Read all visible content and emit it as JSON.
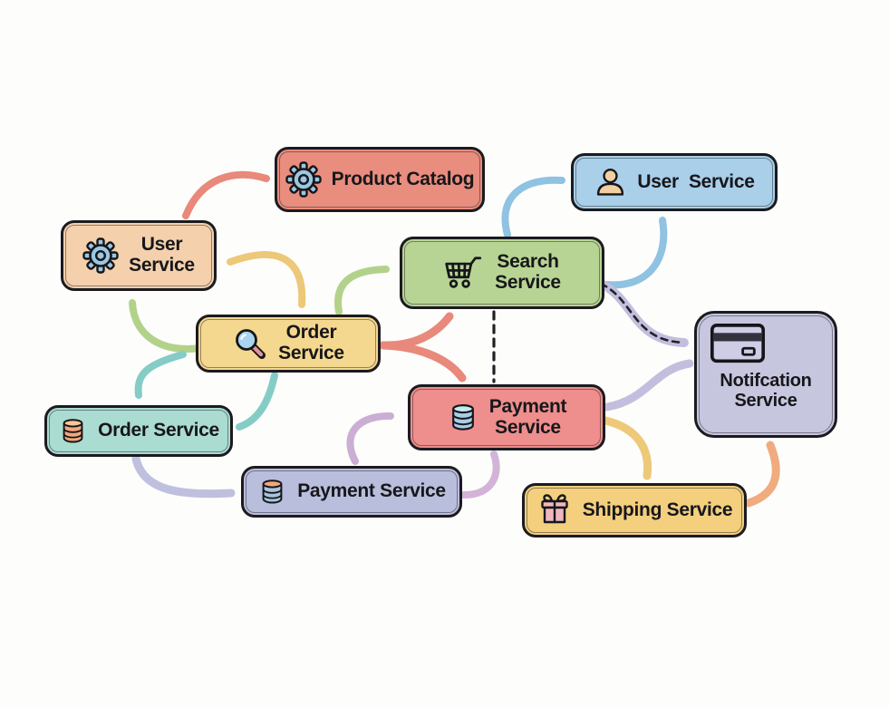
{
  "diagram": {
    "title": "Microservices architecture hand-drawn diagram",
    "background": "#fdfdfc",
    "nodes": [
      {
        "id": "product-catalog",
        "label": "Product Catalog",
        "icon": "gear-icon",
        "fill": "#e98d7e"
      },
      {
        "id": "user-service",
        "label": "User\nService",
        "icon": "gear-icon",
        "fill": "#f4d0ac"
      },
      {
        "id": "user-service-2",
        "label": "User  Service",
        "icon": "person-icon",
        "fill": "#a9cfe9"
      },
      {
        "id": "search-service",
        "label": "Search\nService",
        "icon": "shopping-cart-icon",
        "fill": "#b8d494"
      },
      {
        "id": "order-service",
        "label": "Order\nService",
        "icon": "magnifier-icon",
        "fill": "#f5d88f"
      },
      {
        "id": "order-service-db",
        "label": "Order Service",
        "icon": "database-icon",
        "fill": "#abdcd1"
      },
      {
        "id": "payment-service",
        "label": "Payment\nService",
        "icon": "database-icon",
        "fill": "#ee8e8d"
      },
      {
        "id": "payment-service-db",
        "label": "Payment Service",
        "icon": "database-icon",
        "fill": "#b9bedd"
      },
      {
        "id": "notification-service",
        "label": "Notifcation\nService",
        "icon": "credit-card-icon",
        "fill": "#c7c6df"
      },
      {
        "id": "shipping-service",
        "label": "Shipping Service",
        "icon": "gift-icon",
        "fill": "#f3cf7e"
      }
    ],
    "edges": [
      {
        "id": "user-to-catalog",
        "from": "user-service",
        "to": "product-catalog",
        "color": "#e8897b",
        "width": 8,
        "arrow_end": true
      },
      {
        "id": "user-order-both",
        "from": "user-service",
        "to": "order-service",
        "color": "#edc878",
        "width": 8,
        "arrow_end": true,
        "arrow_start": true
      },
      {
        "id": "order-to-user-green",
        "from": "order-service",
        "to": "user-service",
        "color": "#b2d28a",
        "width": 8,
        "arrow_end": true
      },
      {
        "id": "order-orderdb-both",
        "from": "order-service",
        "to": "order-service-db",
        "color": "#85ccc6",
        "width": 8,
        "arrow_end": true,
        "arrow_start": true
      },
      {
        "id": "order-to-search-green",
        "from": "order-service",
        "to": "search-service",
        "color": "#b2d28a",
        "width": 8,
        "arrow_end": true
      },
      {
        "id": "order-to-orderdb-teal",
        "from": "order-service",
        "to": "order-service-db",
        "color": "#85ccc6",
        "width": 8,
        "arrow_end": true
      },
      {
        "id": "order-to-search-red",
        "from": "order-service",
        "to": "search-service",
        "color": "#e8897b",
        "width": 9,
        "arrow_end": true
      },
      {
        "id": "order-to-payment-red",
        "from": "order-service",
        "to": "payment-service",
        "color": "#e8897b",
        "width": 9,
        "arrow_end": true
      },
      {
        "id": "search-to-user2-a",
        "from": "search-service",
        "to": "user-service-2",
        "color": "#90c2e2",
        "width": 8,
        "arrow_end": true
      },
      {
        "id": "search-to-user2-b",
        "from": "search-service",
        "to": "user-service-2",
        "color": "#90c2e2",
        "width": 8,
        "arrow_end": true
      },
      {
        "id": "search-payment-dashed",
        "from": "search-service",
        "to": "payment-service",
        "color": "#222226",
        "width": 3.2,
        "dash": "8 7"
      },
      {
        "id": "search-to-notif-band",
        "from": "search-service",
        "to": "notification-service",
        "color": "#c3bede",
        "width": 10,
        "arrow_end": true
      },
      {
        "id": "search-to-notif-dash",
        "from": "search-service",
        "to": "notification-service",
        "color": "#222226",
        "width": 2.6,
        "dash": "7 6"
      },
      {
        "id": "payment-to-notif",
        "from": "payment-service",
        "to": "notification-service",
        "color": "#c3bede",
        "width": 9,
        "arrow_end": true
      },
      {
        "id": "payment-to-shipping",
        "from": "payment-service",
        "to": "shipping-service",
        "color": "#eec979",
        "width": 9,
        "arrow_end": true
      },
      {
        "id": "shipping-to-notif",
        "from": "shipping-service",
        "to": "notification-service",
        "color": "#f0ac7e",
        "width": 9,
        "arrow_end": true
      },
      {
        "id": "orderdb-to-paymentdb",
        "from": "order-service-db",
        "to": "payment-service-db",
        "color": "#bfc0de",
        "width": 9,
        "arrow_end": true
      },
      {
        "id": "paymentdb-to-payment-a",
        "from": "payment-service-db",
        "to": "payment-service",
        "color": "#cbaed4",
        "width": 8,
        "arrow_end": true
      },
      {
        "id": "paymentdb-to-payment-b",
        "from": "payment-service-db",
        "to": "payment-service",
        "color": "#d3b3d8",
        "width": 8,
        "arrow_end": true
      }
    ]
  }
}
